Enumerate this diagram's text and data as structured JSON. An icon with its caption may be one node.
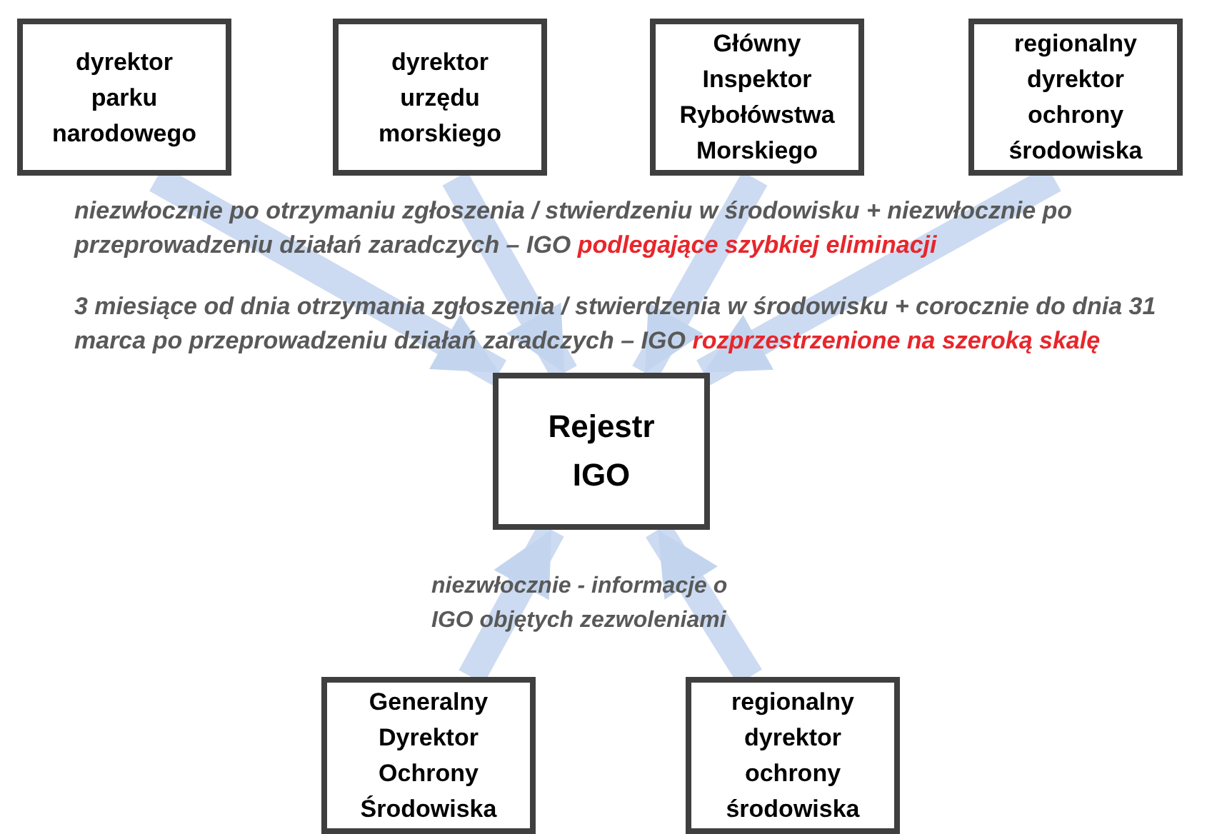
{
  "diagram": {
    "nodes": [
      {
        "text": [
          "dyrektor parku narodowego"
        ]
      },
      {
        "text": [
          "dyrektor urzędu morskiego"
        ]
      },
      {
        "text": [
          "Główny Inspektor Rybołówstwa Morskiego"
        ]
      },
      {
        "text": [
          "regionalny dyrektor ochrony środowiska"
        ]
      },
      {
        "text": [
          "Rejestr IGO"
        ]
      },
      {
        "text": [
          "Generalny Dyrektor Ochrony Środowiska"
        ]
      },
      {
        "text": [
          "regionalny dyrektor ochrony środowiska"
        ]
      }
    ],
    "edges": [
      {
        "from": 0,
        "to": 4,
        "arrow": "to"
      },
      {
        "from": 1,
        "to": 4,
        "arrow": "to"
      },
      {
        "from": 2,
        "to": 4,
        "arrow": "to"
      },
      {
        "from": 3,
        "to": 4,
        "arrow": "to"
      },
      {
        "from": 5,
        "to": 4,
        "arrow": "to"
      },
      {
        "from": 6,
        "to": 4,
        "arrow": "to"
      }
    ],
    "labels": [
      "niezwłocznie po otrzymaniu zgłoszenia / stwierdzeniu w środowisku + niezwłocznie po przeprowadzeniu działań zaradczych – IGO",
      "podlegające szybkiej eliminacji",
      "3 miesiące od dnia otrzymania zgłoszenia / stwierdzenia w środowisku + corocznie do dnia 31 marca po przeprowadzeniu działań zaradczych – IGO",
      "rozprzestrzenione na szeroką skalę",
      "niezwłocznie - informacje o IGO objętych zezwoleniami"
    ]
  }
}
